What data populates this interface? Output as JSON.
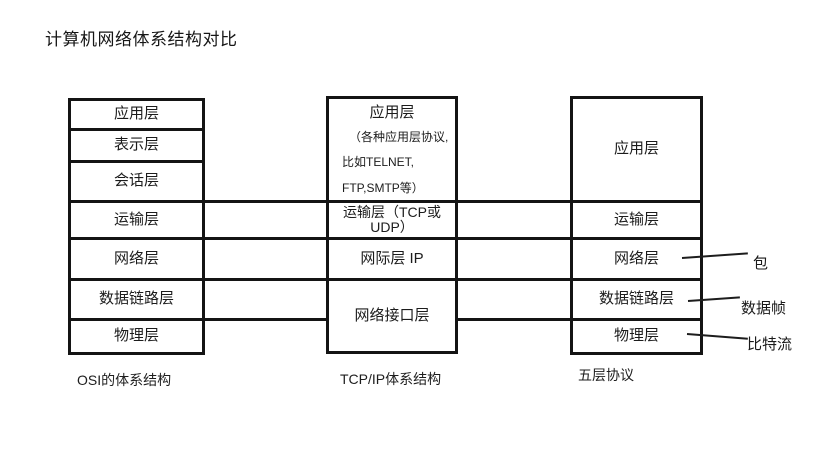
{
  "title": "计算机网络体系结构对比",
  "diagram": {
    "columns": [
      {
        "caption": "OSI的体系结构",
        "layers": [
          "应用层",
          "表示层",
          "会话层",
          "运输层",
          "网络层",
          "数据链路层",
          "物理层"
        ]
      },
      {
        "caption": "TCP/IP体系结构",
        "layers": [
          "应用层",
          "运输层（TCP或UDP）",
          "网际层 IP",
          "网络接口层"
        ],
        "application_notes": [
          "（各种应用层协议,",
          "比如TELNET,",
          "FTP,SMTP等）"
        ]
      },
      {
        "caption": "五层协议",
        "layers": [
          "应用层",
          "运输层",
          "网络层",
          "数据链路层",
          "物理层"
        ]
      }
    ],
    "annotations": [
      {
        "label": "包"
      },
      {
        "label": "数据帧"
      },
      {
        "label": "比特流"
      }
    ]
  },
  "colors": {
    "ink": "#141414",
    "background": "#ffffff"
  }
}
